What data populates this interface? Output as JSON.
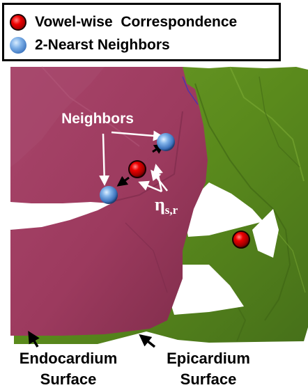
{
  "legend": {
    "items": [
      {
        "label": "Vowel-wise  Correspondence",
        "marker": "red-sphere",
        "color": "#e00000"
      },
      {
        "label": "2-Nearst Neighbors",
        "marker": "blue-sphere",
        "color": "#4a86d0"
      }
    ]
  },
  "annotations": {
    "neighbors_label": "Neighbors",
    "eta_symbol": "η",
    "eta_subscript": "s,r"
  },
  "captions": {
    "endocardium_line1": "Endocardium",
    "endocardium_line2": "Surface",
    "epicardium_line1": "Epicardium",
    "epicardium_line2": "Surface"
  },
  "colors": {
    "endocardium": "#9c3a5e",
    "epicardium": "#5a8a1c"
  }
}
